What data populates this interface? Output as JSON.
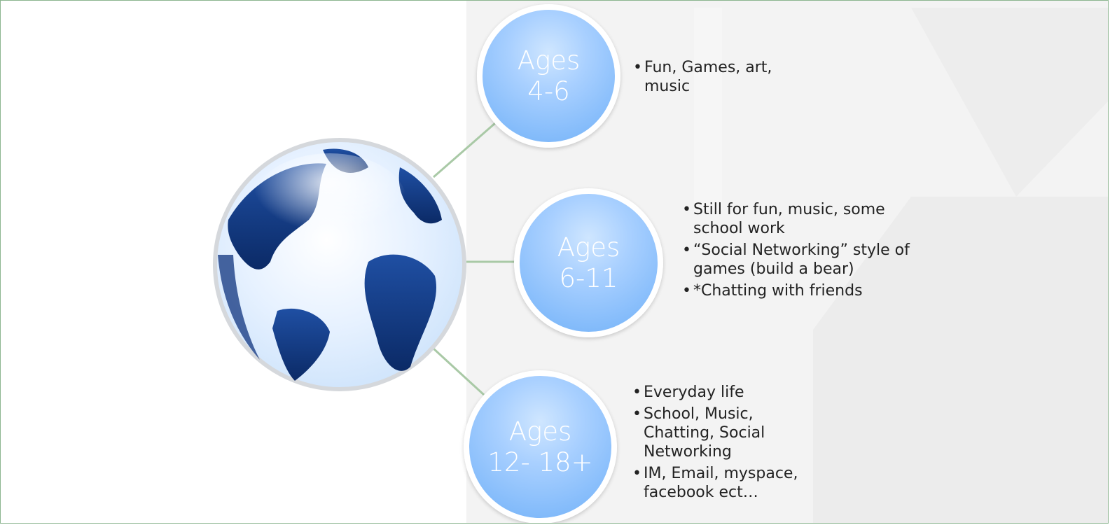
{
  "slide": {
    "groups": [
      {
        "label_line1": "Ages",
        "label_line2": "4-6",
        "bullets": [
          "Fun, Games, art, music"
        ]
      },
      {
        "label_line1": "Ages",
        "label_line2": "6-11",
        "bullets": [
          "Still for fun, music, some school work",
          "“Social Networking” style of games (build  a bear)",
          "*Chatting with friends"
        ]
      },
      {
        "label_line1": "Ages",
        "label_line2": "12- 18+",
        "bullets": [
          "Everyday life",
          "School, Music, Chatting, Social Networking",
          "IM, Email, myspace, facebook ect…"
        ]
      }
    ]
  },
  "colors": {
    "bubble_gradient_light": "#cfe6ff",
    "bubble_gradient_dark": "#6fb0f8",
    "connector": "#a9c9a6",
    "frame_border": "#8bb58f",
    "text": "#222222"
  },
  "icons": {
    "globe": "earth-globe-icon"
  }
}
